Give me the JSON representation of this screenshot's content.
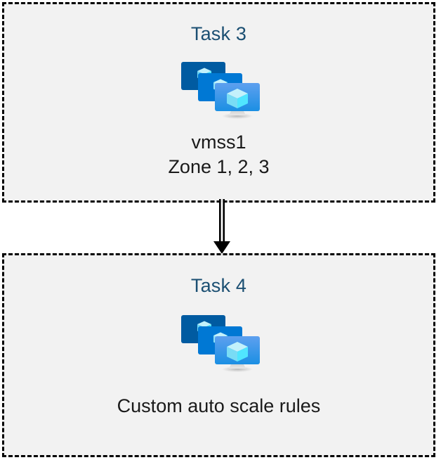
{
  "diagram": {
    "type": "flow",
    "background_color": "#ffffff",
    "box_fill_color": "#f2f2f2",
    "box_border_color": "#000000",
    "title_color": "#1b4f72",
    "caption_color": "#1a1a1a",
    "nodes": [
      {
        "id": "task-3",
        "title": "Task 3",
        "icon": "azure-vm-scale-set-icon",
        "caption": "vmss1\nZone 1, 2, 3",
        "caption_lines": [
          "vmss1",
          "Zone 1, 2, 3"
        ]
      },
      {
        "id": "task-4",
        "title": "Task 4",
        "icon": "azure-vm-scale-set-icon",
        "caption": "Custom auto scale rules",
        "caption_lines": [
          "Custom auto scale rules"
        ]
      }
    ],
    "connectors": [
      {
        "id": "task3-to-task4",
        "from": "task-3",
        "to": "task-4",
        "style": "double-line-arrow",
        "direction": "down",
        "color": "#000000"
      }
    ],
    "icon_colors": {
      "monitor_back": "#005ba1",
      "monitor_middle": "#0078d4",
      "monitor_front_top": "#5ea0ef",
      "monitor_front_bottom": "#1b8fe3",
      "cube_light": "#c3f1fb",
      "cube_mid": "#9bdcf5",
      "cube_dark": "#50e6ff",
      "stand": "#b3b3b3"
    }
  }
}
